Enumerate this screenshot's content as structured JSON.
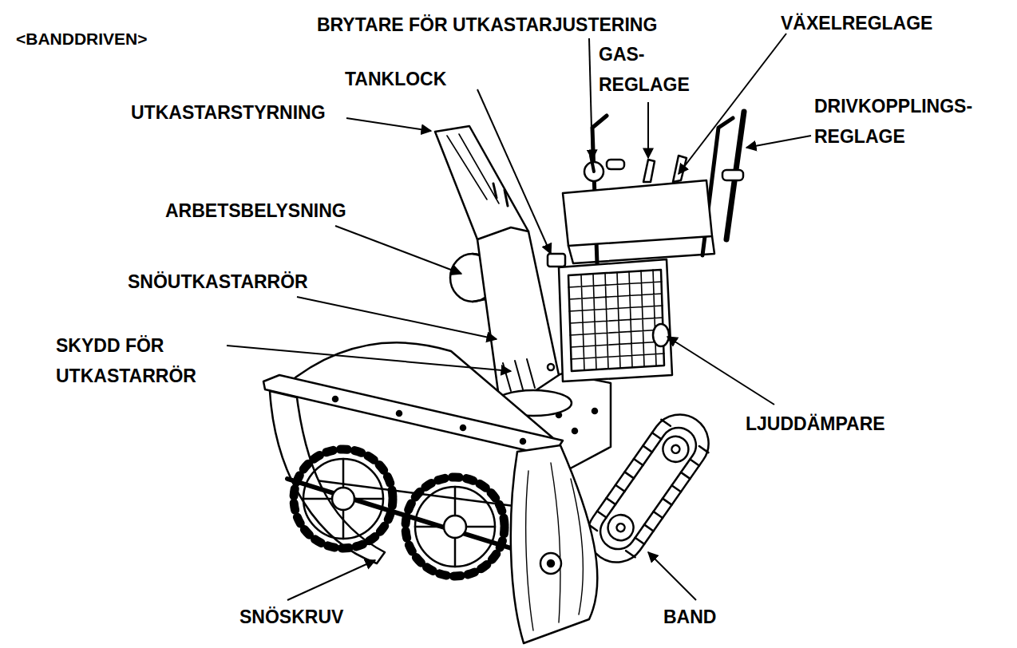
{
  "diagram": {
    "title": "<BANDDRIVEN>",
    "labels": [
      "BRYTARE FÖR UTKASTARJUSTERING",
      "VÄXELREGLAGE",
      "GAS- REGLAGE",
      "TANKLOCK",
      "UTKASTARSTYRNING",
      "DRIVKOPPLINGS- REGLAGE",
      "ARBETSBELYSNING",
      "SNÖUTKASTARRÖR",
      "SKYDD FÖR UTKASTARRÖR",
      "LJUDDÄMPARE",
      "SNÖSKRUV",
      "BAND"
    ]
  }
}
